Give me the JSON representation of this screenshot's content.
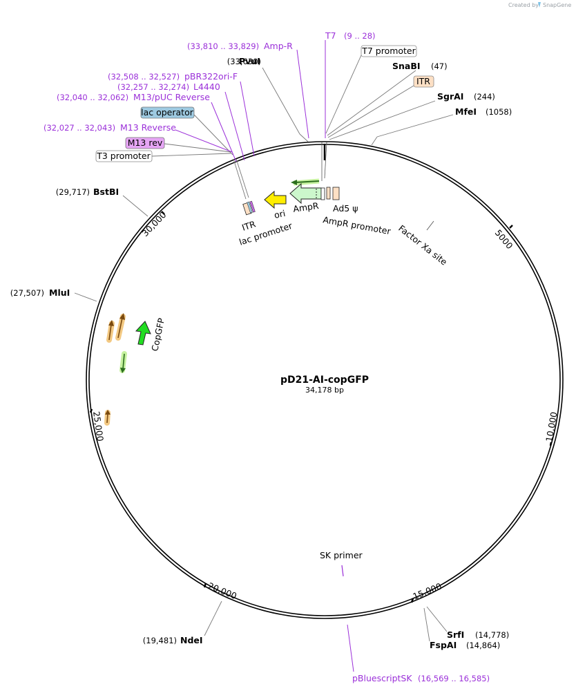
{
  "branding": {
    "created_by": "Created by",
    "app": "SnapGene"
  },
  "plasmid": {
    "name": "pD21-AI-copGFP",
    "length": "34,178 bp"
  },
  "ruler": [
    "5000",
    "10,000",
    "15,000",
    "20,000",
    "25,000",
    "30,000"
  ],
  "sites": {
    "pvui": {
      "name": "PvuI",
      "pos": "(33,630)"
    },
    "snabi": {
      "name": "SnaBI",
      "pos": "(47)"
    },
    "sgrai": {
      "name": "SgrAI",
      "pos": "(244)"
    },
    "mfei": {
      "name": "MfeI",
      "pos": "(1058)"
    },
    "bstbi": {
      "name": "BstBI",
      "pos": "(29,717)"
    },
    "mlui": {
      "name": "MluI",
      "pos": "(27,507)"
    },
    "srfi": {
      "name": "SrfI",
      "pos": "(14,778)"
    },
    "fspai": {
      "name": "FspAI",
      "pos": "(14,864)"
    },
    "ndei": {
      "name": "NdeI",
      "pos": "(19,481)"
    }
  },
  "primers": {
    "ampr": {
      "name": "Amp-R",
      "pos": "(33,810 .. 33,829)"
    },
    "t7": {
      "name": "T7",
      "pos": "(9 .. 28)"
    },
    "pbr": {
      "name": "pBR322ori-F",
      "pos": "(32,508 .. 32,527)"
    },
    "l4440": {
      "name": "L4440",
      "pos": "(32,257 .. 32,274)"
    },
    "m13puc": {
      "name": "M13/pUC Reverse",
      "pos": "(32,040 .. 32,062)"
    },
    "m13rev": {
      "name": "M13 Reverse",
      "pos": "(32,027 .. 32,043)"
    },
    "sk": {
      "name": "SK primer"
    },
    "pbluescript": {
      "name": "pBluescriptSK",
      "pos": "(16,569 .. 16,585)"
    }
  },
  "boxes": {
    "t7prom": "T7 promoter",
    "itr": "ITR",
    "lacop": "lac operator",
    "m13rev": "M13 rev",
    "t3prom": "T3 promoter"
  },
  "features": {
    "itr": "ITR",
    "lac_promoter": "lac promoter",
    "ori": "ori",
    "ampr": "AmpR",
    "ad5": "Ad5 ψ",
    "ampr_promoter": "AmpR promoter",
    "factor_xa": "Factor Xa site",
    "copgfp": "CopGFP"
  },
  "colors": {
    "primer": "#9b30d9",
    "itr_fill": "#fde0c5",
    "lac_op_fill": "#9ecae1",
    "m13_fill": "#e6a5f5",
    "ori_fill": "#ffee00",
    "ampr_fill": "#ccf7cc",
    "copgfp_fill": "#22dd22",
    "orf_fill": "#f3c983"
  }
}
